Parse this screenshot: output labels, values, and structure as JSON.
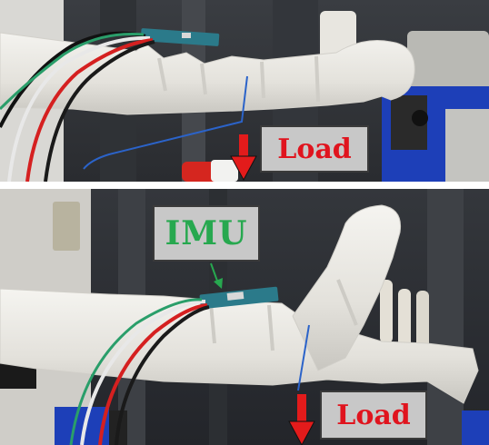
{
  "panels": {
    "top": {
      "load_label": "Load"
    },
    "bottom": {
      "imu_label": "IMU",
      "load_label": "Load"
    }
  },
  "colors": {
    "load_text": "#e0141e",
    "imu_text": "#27a84f",
    "arrow_red": "#e31b1b",
    "label_box_fill": "#c8c8c8",
    "label_box_border": "#3a3a3a",
    "tendon_blue": "#2b63c9",
    "finger_white": "#ecebe6",
    "mount_blue": "#1d3fb8"
  }
}
